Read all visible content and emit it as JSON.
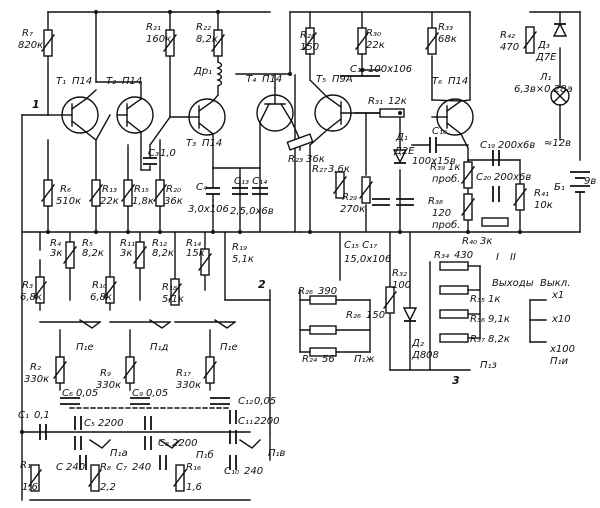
{
  "transistors": [
    {
      "ref": "T₁",
      "type": "П14"
    },
    {
      "ref": "T₂",
      "type": "П14"
    },
    {
      "ref": "T₃",
      "type": "П14"
    },
    {
      "ref": "T₄",
      "type": "П14"
    },
    {
      "ref": "T₅",
      "type": "П9A"
    },
    {
      "ref": "T₆",
      "type": "П14"
    }
  ],
  "resistors": {
    "R7": {
      "ref": "R₇",
      "value": "820к"
    },
    "R6": {
      "ref": "R₆",
      "value": "510к"
    },
    "R21": {
      "ref": "R₂₁",
      "value": "160к"
    },
    "R22": {
      "ref": "R₂₂",
      "value": "8,2к"
    },
    "R13": {
      "ref": "R₁₃",
      "value": "22к"
    },
    "R15": {
      "ref": "R₁₅",
      "value": "1,8к"
    },
    "R20": {
      "ref": "R₂₀",
      "value": "36к"
    },
    "R28": {
      "ref": "R₂₈",
      "value": "150"
    },
    "R30": {
      "ref": "R₃₀",
      "value": "22к"
    },
    "R33": {
      "ref": "R₃₃",
      "value": "68к"
    },
    "R42": {
      "ref": "R₄₂",
      "value": "470"
    },
    "R31": {
      "ref": "R₃₁",
      "value": "12к"
    },
    "R23": {
      "ref": "R₂₃",
      "value": "36к"
    },
    "R27": {
      "ref": "R₂₇",
      "value": "3,6к"
    },
    "R29": {
      "ref": "R₂₉",
      "value": "270к"
    },
    "R39": {
      "ref": "R₃₉",
      "value": "1к"
    },
    "R38": {
      "ref": "R₃₈",
      "value": "120"
    },
    "R41": {
      "ref": "R₄₁",
      "value": "10к"
    },
    "R40": {
      "ref": "R₄₀",
      "value": "3к"
    },
    "R4": {
      "ref": "R₄",
      "value": "3к"
    },
    "R5": {
      "ref": "R₅",
      "value": "8,2к"
    },
    "R11": {
      "ref": "R₁₁",
      "value": "3к"
    },
    "R12": {
      "ref": "R₁₂",
      "value": "8,2к"
    },
    "R14": {
      "ref": "R₁₄",
      "value": "15к"
    },
    "R19": {
      "ref": "R₁₉",
      "value": "5,1к"
    },
    "R3": {
      "ref": "R₃",
      "value": "6,8к"
    },
    "R10": {
      "ref": "R₁₀",
      "value": "6,8к"
    },
    "R18": {
      "ref": "R₁₈",
      "value": "5,1к"
    },
    "R2": {
      "ref": "R₂",
      "value": "330к"
    },
    "R9": {
      "ref": "R₉",
      "value": "330к"
    },
    "R17": {
      "ref": "R₁₇",
      "value": "330к"
    },
    "R1": {
      "ref": "R₁",
      "value": "1,6"
    },
    "R8": {
      "ref": "R₈",
      "value": "2,2"
    },
    "R16": {
      "ref": "R₁₆",
      "value": "1,6"
    },
    "R26a": {
      "ref": "R₂₆",
      "value": "390"
    },
    "R26b": {
      "ref": "R₂₆",
      "value": "150"
    },
    "R24": {
      "ref": "R₂₄",
      "value": "56"
    },
    "R32": {
      "ref": "R₃₂",
      "value": "100"
    },
    "R34": {
      "ref": "R₃₄",
      "value": "430"
    },
    "R35": {
      "ref": "R₃₅",
      "value": "1к"
    },
    "R36": {
      "ref": "R₃₆",
      "value": "9,1к"
    },
    "R37": {
      "ref": "R₃₇",
      "value": "8,2к"
    }
  },
  "capacitors": {
    "C3": {
      "ref": "C₃",
      "value": "1,0"
    },
    "C4": {
      "ref": "C₄",
      "value": "3,0х106"
    },
    "C13C14": {
      "ref": "C₁₃ C₁₄",
      "value": "2,5,0х6в"
    },
    "C16": {
      "ref": "C₁₆",
      "value": "100х106"
    },
    "C18": {
      "ref": "C₁₈",
      "value": "100х15в"
    },
    "C19": {
      "ref": "C₁₉",
      "value": "200х6в"
    },
    "C20": {
      "ref": "C₂₀",
      "value": "200х6в"
    },
    "C15C17": {
      "ref": "C₁₅ C₁₇",
      "value": "15,0х106"
    },
    "C1": {
      "ref": "C₁",
      "value": "0,1"
    },
    "C6": {
      "ref": "C₆",
      "value": "0,05"
    },
    "C9": {
      "ref": "C₉",
      "value": "0,05"
    },
    "C12": {
      "ref": "C₁₂",
      "value": "0,05"
    },
    "C5": {
      "ref": "C₅",
      "value": "2200"
    },
    "C8": {
      "ref": "C₈",
      "value": "2200"
    },
    "C11": {
      "ref": "C₁₁",
      "value": "2200"
    },
    "C": {
      "ref": "C",
      "value": "240"
    },
    "C7": {
      "ref": "C₇",
      "value": "240"
    },
    "C10": {
      "ref": "C₁₀",
      "value": "240"
    }
  },
  "diodes": {
    "D1": {
      "ref": "Д₁",
      "type": "Д2Е"
    },
    "D2": {
      "ref": "Д₂",
      "type": "Д808"
    },
    "D3": {
      "ref": "Д₃",
      "type": "Д7Е"
    }
  },
  "other": {
    "choke": "Др₁",
    "lamp": "Л₁",
    "lamp_value": "6,3в×0,28а",
    "battery": "Б₁",
    "battery_value": "9в",
    "voltage": "≈12в",
    "outputs_label": "Выходы",
    "output_1": "I",
    "output_2": "II",
    "switch_off": "Выкл.",
    "x1": "x1",
    "x10": "x10",
    "x100": "x100",
    "node_1": "1",
    "node_2": "2",
    "node_3": "3",
    "prob1": "проб.",
    "prob2": "проб."
  },
  "switches": {
    "P1e_a": "П₁е",
    "P1d": "П₁д",
    "P1e_b": "П₁е",
    "P1a": "П₁а",
    "P1b": "П₁б",
    "P1v": "П₁в",
    "P1zh": "П₁ж",
    "P1z": "П₁з",
    "P1i": "П₁и"
  }
}
